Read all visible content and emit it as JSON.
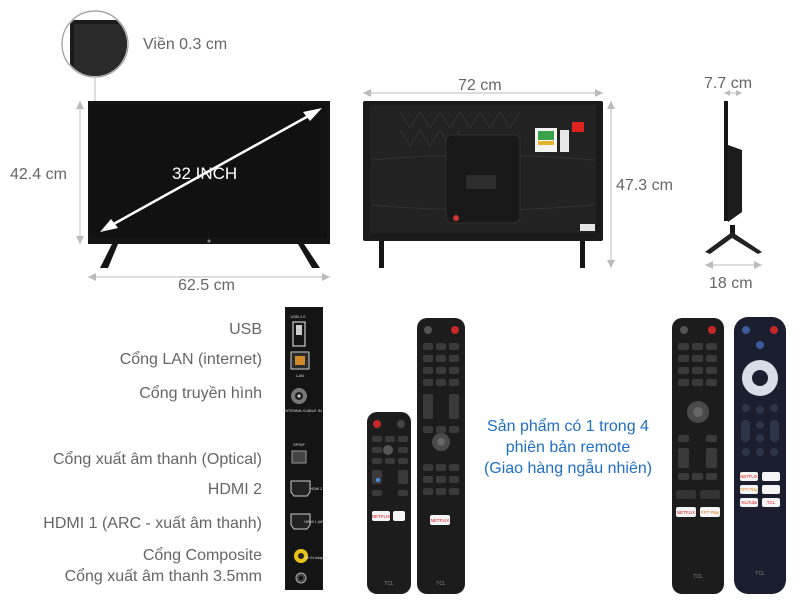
{
  "bezel": {
    "label": "Viền 0.3 cm"
  },
  "front_view": {
    "diagonal": "32 INCH",
    "height": "42.4 cm",
    "width": "62.5 cm"
  },
  "back_view": {
    "width": "72 cm",
    "height": "47.3 cm"
  },
  "side_view": {
    "depth_top": "7.7 cm",
    "stand_depth": "18 cm"
  },
  "ports": [
    {
      "label": "USB",
      "panel_text": "USB 2.0"
    },
    {
      "label": "Cổng LAN (internet)",
      "panel_text": "LAN"
    },
    {
      "label": "Cổng truyền hình",
      "panel_text": "ANTENNA /CABLE IN"
    },
    {
      "label": "Cổng xuất âm thanh (Optical)",
      "panel_text": "SPDIF"
    },
    {
      "label": "HDMI 2",
      "panel_text": "HDMI 2"
    },
    {
      "label": "HDMI 1 (ARC - xuất âm thanh)",
      "panel_text": "HDMI 1 (ARC)"
    },
    {
      "label": "Cổng Composite",
      "panel_text": "AV IN Adapter"
    },
    {
      "label": "Cổng xuất âm thanh 3.5mm",
      "panel_text": ""
    }
  ],
  "remote_note": {
    "line1": "Sản phẩm có 1 trong 4",
    "line2": "phiên bản remote",
    "line3": "(Giao hàng ngẫu nhiên)"
  },
  "remote_brand": "TCL",
  "remote_buttons": {
    "netflix": "NETFLIX",
    "fpt": "FPT Play",
    "youtube": "YouTube"
  },
  "colors": {
    "tv_black": "#151515",
    "accent_blue": "#1f6fc4",
    "arrow_white": "#ffffff",
    "dim_line": "#bbbbbb"
  }
}
